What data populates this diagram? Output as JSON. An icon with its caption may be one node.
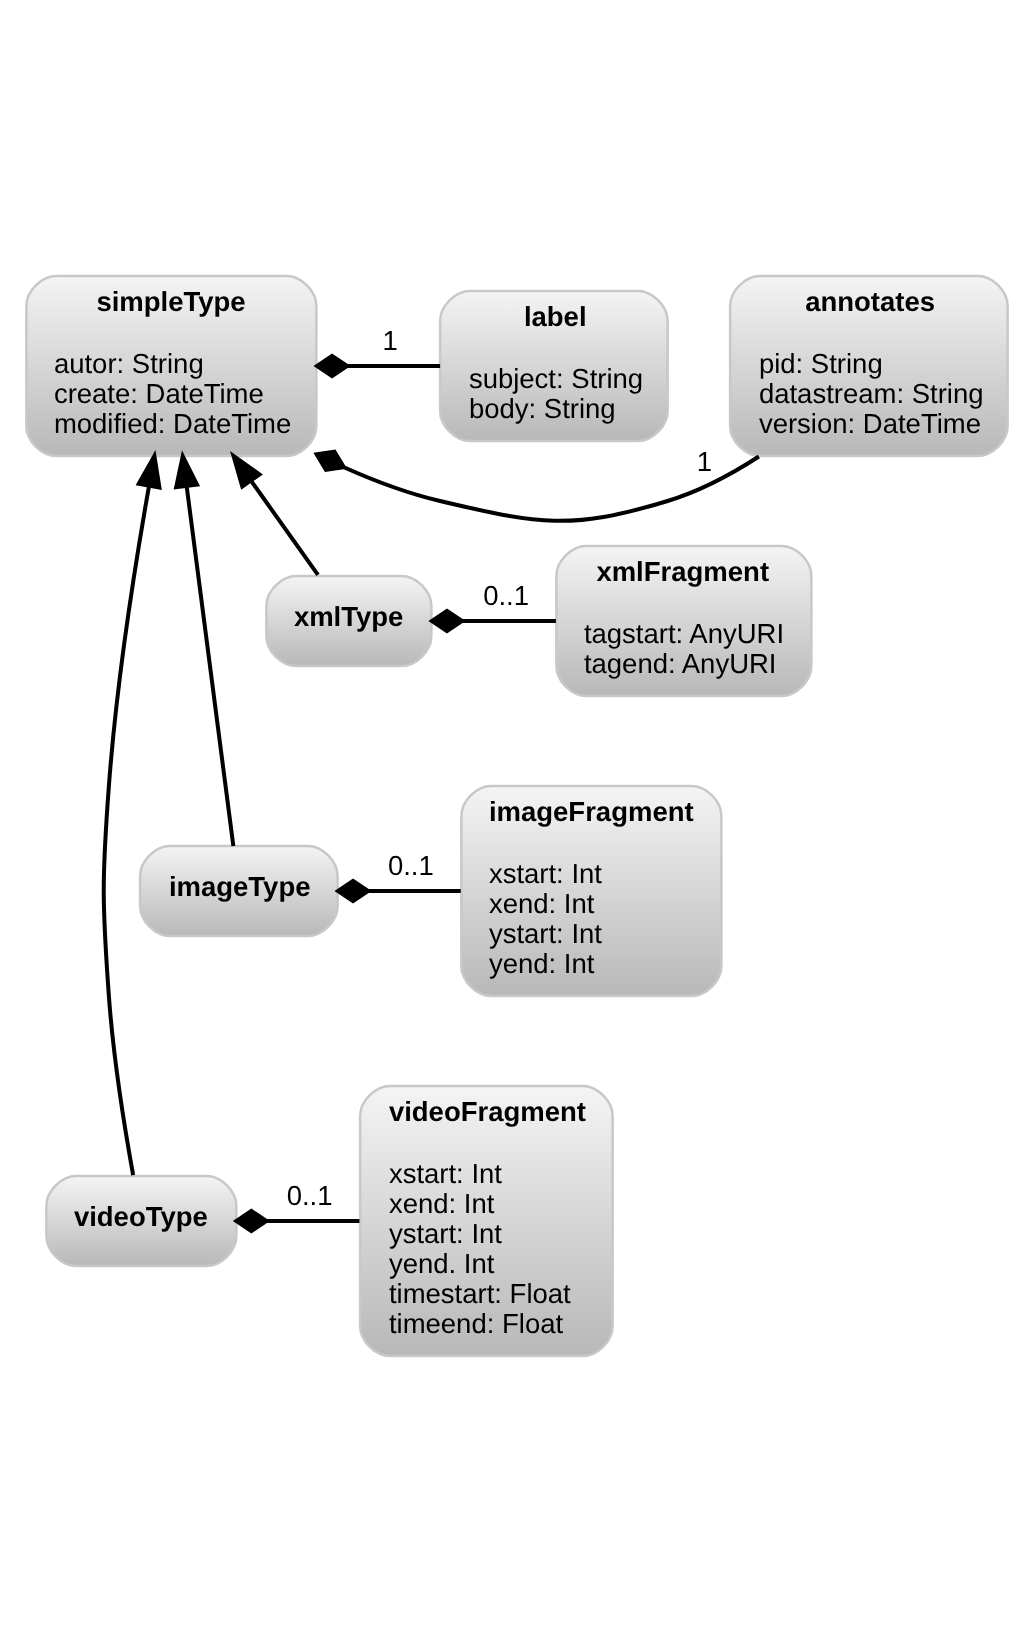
{
  "diagram": {
    "nodes": [
      {
        "text": [
          "simpleType",
          "autor: String create: DateTime modified: DateTime"
        ]
      },
      {
        "text": [
          "label",
          "subject: String body: String"
        ]
      },
      {
        "text": [
          "annotates",
          "pid: String datastream: String version: DateTime"
        ]
      },
      {
        "text": [
          "xmlType"
        ]
      },
      {
        "text": [
          "xmlFragment",
          "tagstart: AnyURI tagend: AnyURI"
        ]
      },
      {
        "text": [
          "imageType"
        ]
      },
      {
        "text": [
          "imageFragment",
          "xstart: Int xend: Int ystart: Int yend: Int"
        ]
      },
      {
        "text": [
          "videoType"
        ]
      },
      {
        "text": [
          "videoFragment",
          "xstart: Int xend: Int ystart: Int yend. Int timestart: Float timeend: Float"
        ]
      }
    ],
    "edges": [
      {
        "from": 0,
        "to": 1,
        "arrow": "other",
        "label": "1"
      },
      {
        "from": 0,
        "to": 2,
        "arrow": "other",
        "label": "1"
      },
      {
        "from": 3,
        "to": 0,
        "arrow": "to"
      },
      {
        "from": 5,
        "to": 0,
        "arrow": "to"
      },
      {
        "from": 7,
        "to": 0,
        "arrow": "to"
      },
      {
        "from": 3,
        "to": 4,
        "arrow": "other",
        "label": "0..1"
      },
      {
        "from": 5,
        "to": 6,
        "arrow": "other",
        "label": "0..1"
      },
      {
        "from": 7,
        "to": 8,
        "arrow": "other",
        "label": "0..1"
      }
    ]
  }
}
